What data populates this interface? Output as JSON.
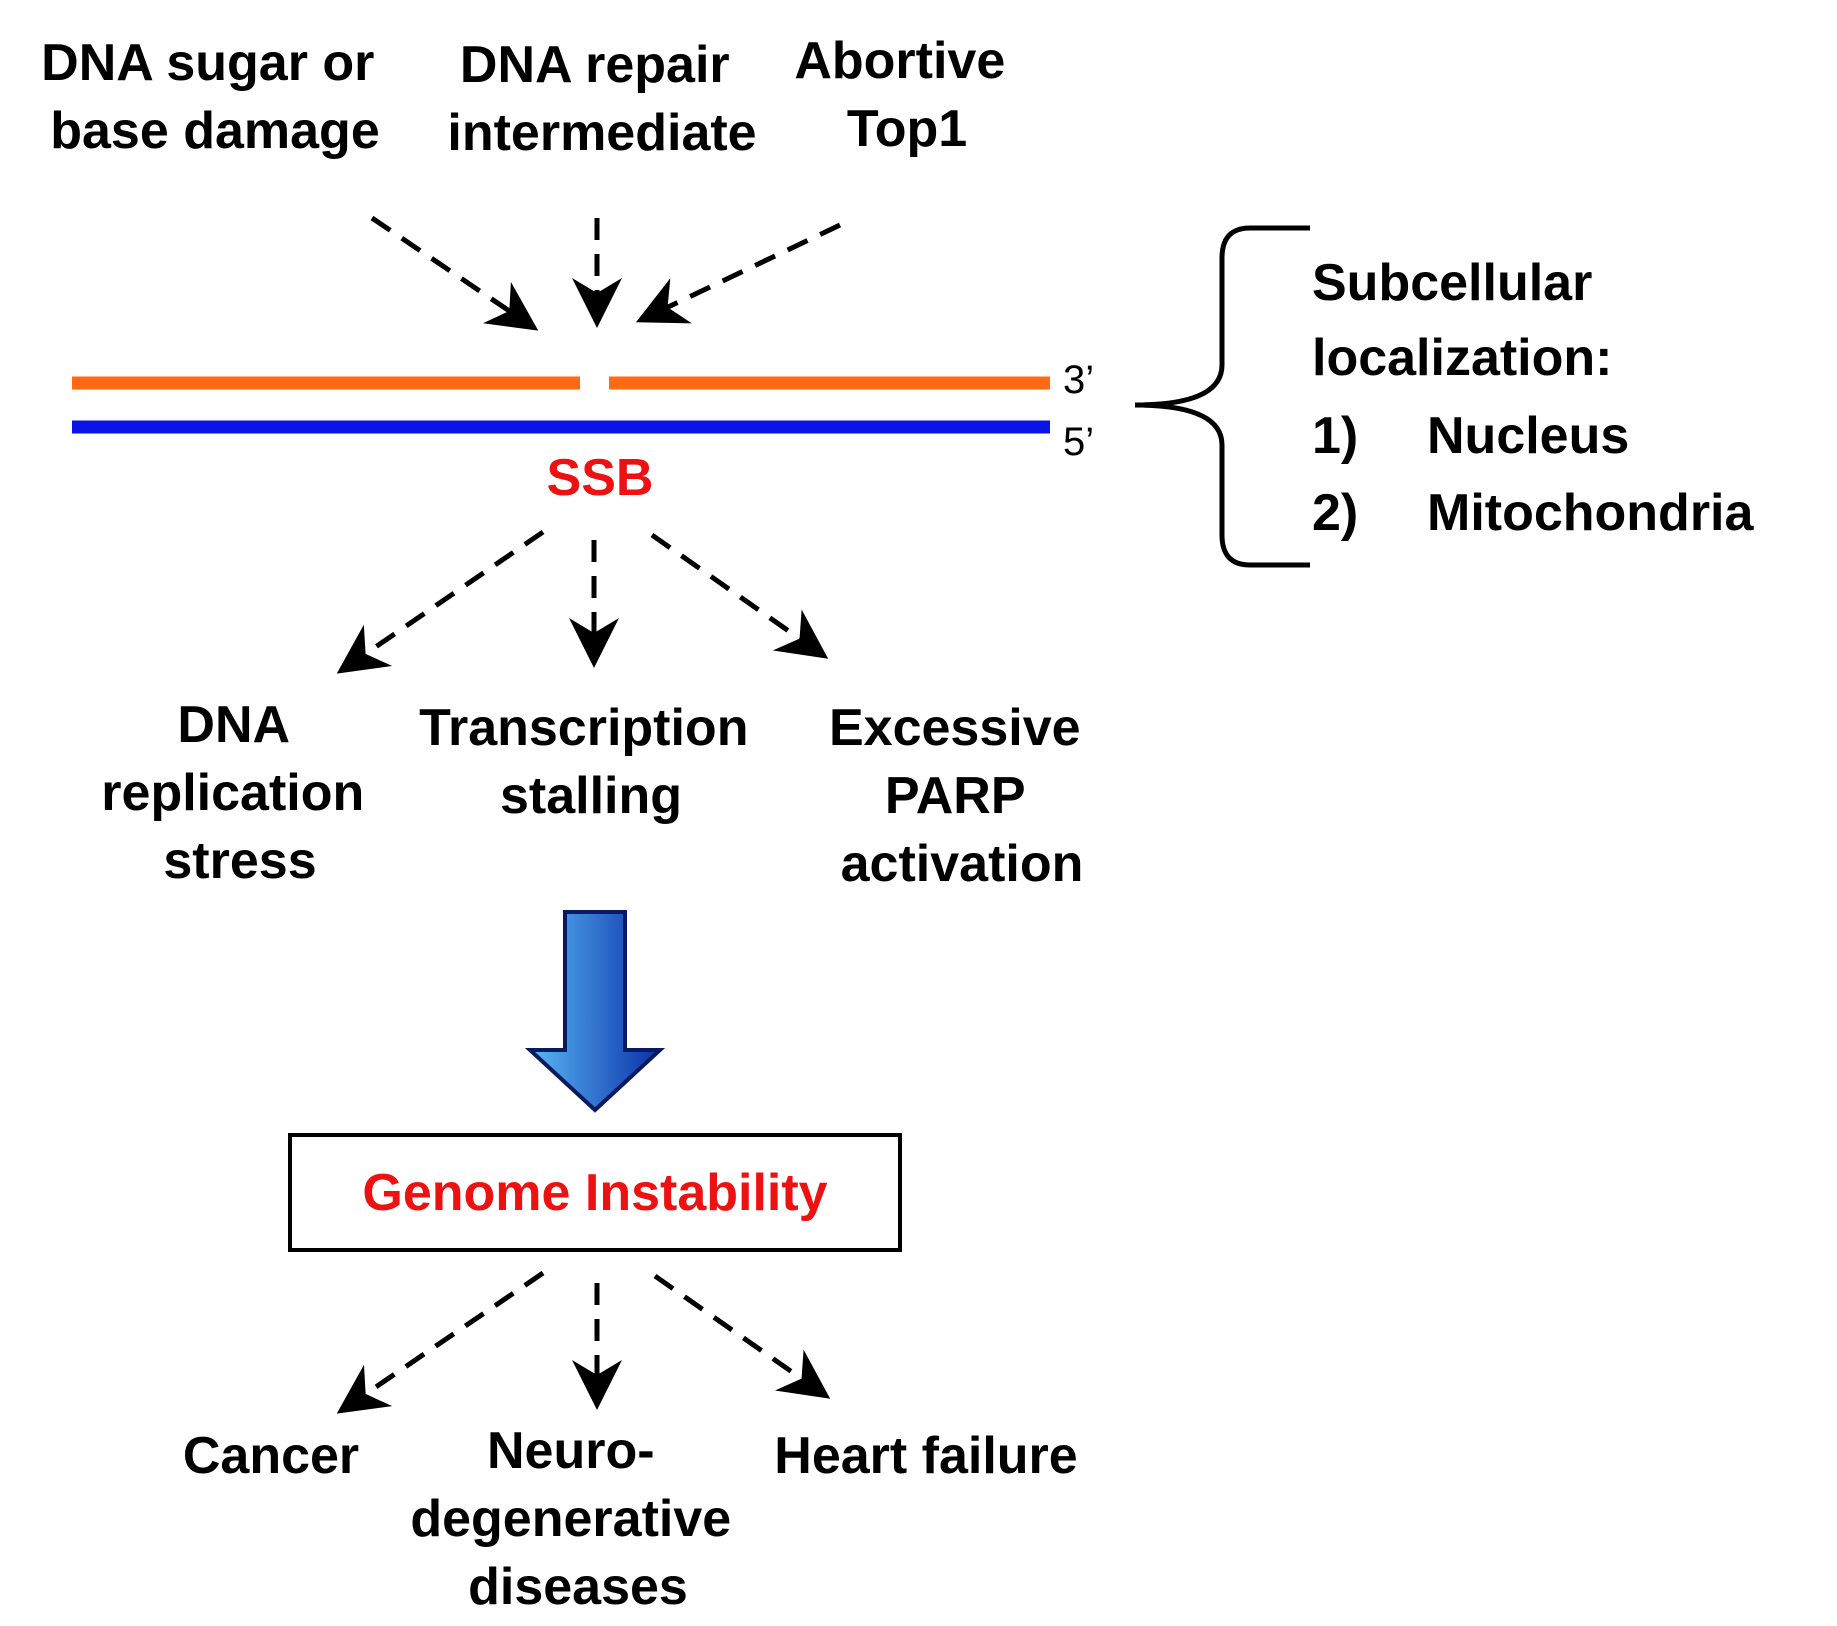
{
  "causes": [
    {
      "lines": [
        "DNA sugar or",
        "base damage"
      ]
    },
    {
      "lines": [
        "DNA repair",
        "intermediate"
      ]
    },
    {
      "lines": [
        "Abortive",
        "Top1"
      ]
    }
  ],
  "dna": {
    "top_end_label": "3’",
    "bottom_end_label": "5’",
    "top_strand_color": "#ff6a13",
    "bottom_strand_color": "#0a14e6"
  },
  "lesion_label": "SSB",
  "localization": {
    "title_lines": [
      "Subcellular",
      "localization:"
    ],
    "items": [
      {
        "num": "1)",
        "text": "Nucleus"
      },
      {
        "num": "2)",
        "text": "Mitochondria"
      }
    ]
  },
  "consequences": [
    {
      "lines": [
        "DNA",
        "replication",
        "stress"
      ]
    },
    {
      "lines": [
        "Transcription",
        "stalling"
      ]
    },
    {
      "lines": [
        "Excessive",
        "PARP",
        "activation"
      ]
    }
  ],
  "outcome_box": {
    "label": "Genome Instability"
  },
  "diseases": [
    {
      "lines": [
        "Cancer"
      ]
    },
    {
      "lines": [
        "Neuro-",
        "degenerative",
        "diseases"
      ]
    },
    {
      "lines": [
        "Heart failure"
      ]
    }
  ],
  "colors": {
    "highlight_red": "#ee1111",
    "big_arrow_light": "#5ab8f5",
    "big_arrow_dark": "#0a2fa8"
  }
}
